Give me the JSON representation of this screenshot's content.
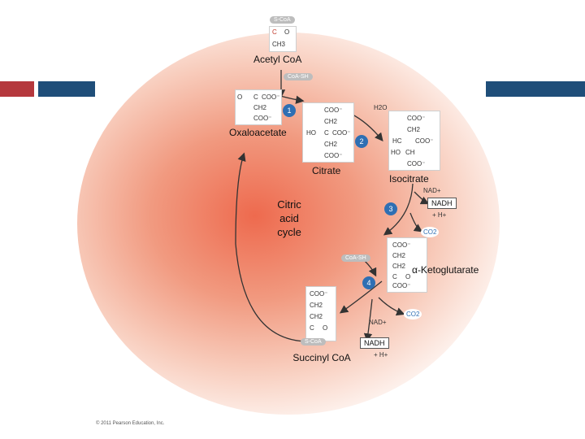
{
  "colors": {
    "accent_red": "#b5383d",
    "accent_blue": "#1f4e79",
    "step_blue": "#2f6fb3"
  },
  "acetyl": {
    "top_tag": "S-CoA",
    "c": "C",
    "o": "O",
    "ch3": "CH3",
    "label": "Acetyl CoA",
    "coa_tag": "CoA-SH"
  },
  "oxaloacetate": {
    "label": "Oxaloacetate",
    "o": "O",
    "c": "C",
    "coo": "COO⁻",
    "ch2": "CH2"
  },
  "citrate": {
    "label": "Citrate",
    "ho": "HO",
    "c": "C",
    "coo": "COO⁻",
    "ch2": "CH2"
  },
  "isocitrate": {
    "label": "Isocitrate",
    "hc": "HC",
    "ho": "HO",
    "ch": "CH",
    "coo": "COO⁻",
    "ch2": "CH2"
  },
  "alpha_kg": {
    "label": "α-Ketoglutarate",
    "c": "C",
    "o": "O",
    "coo": "COO⁻",
    "ch2": "CH2"
  },
  "succinyl": {
    "label": "Succinyl CoA",
    "c": "C",
    "o": "O",
    "coo": "COO⁻",
    "ch2": "CH2",
    "tag": "S-CoA"
  },
  "cycle": {
    "label": "Citric acid cycle"
  },
  "steps": {
    "s1": "1",
    "s2": "2",
    "s3": "3",
    "s4": "4"
  },
  "reactions": {
    "h2o": "H2O",
    "nad1": "NAD+",
    "nadh1": "NADH",
    "h1": "+ H+",
    "co2a": "CO2",
    "coa_sh2": "CoA-SH",
    "nad2": "NAD+",
    "co2b": "CO2",
    "nadh2": "NADH",
    "h2": "+ H+"
  },
  "copyright": "© 2011 Pearson Education, Inc."
}
